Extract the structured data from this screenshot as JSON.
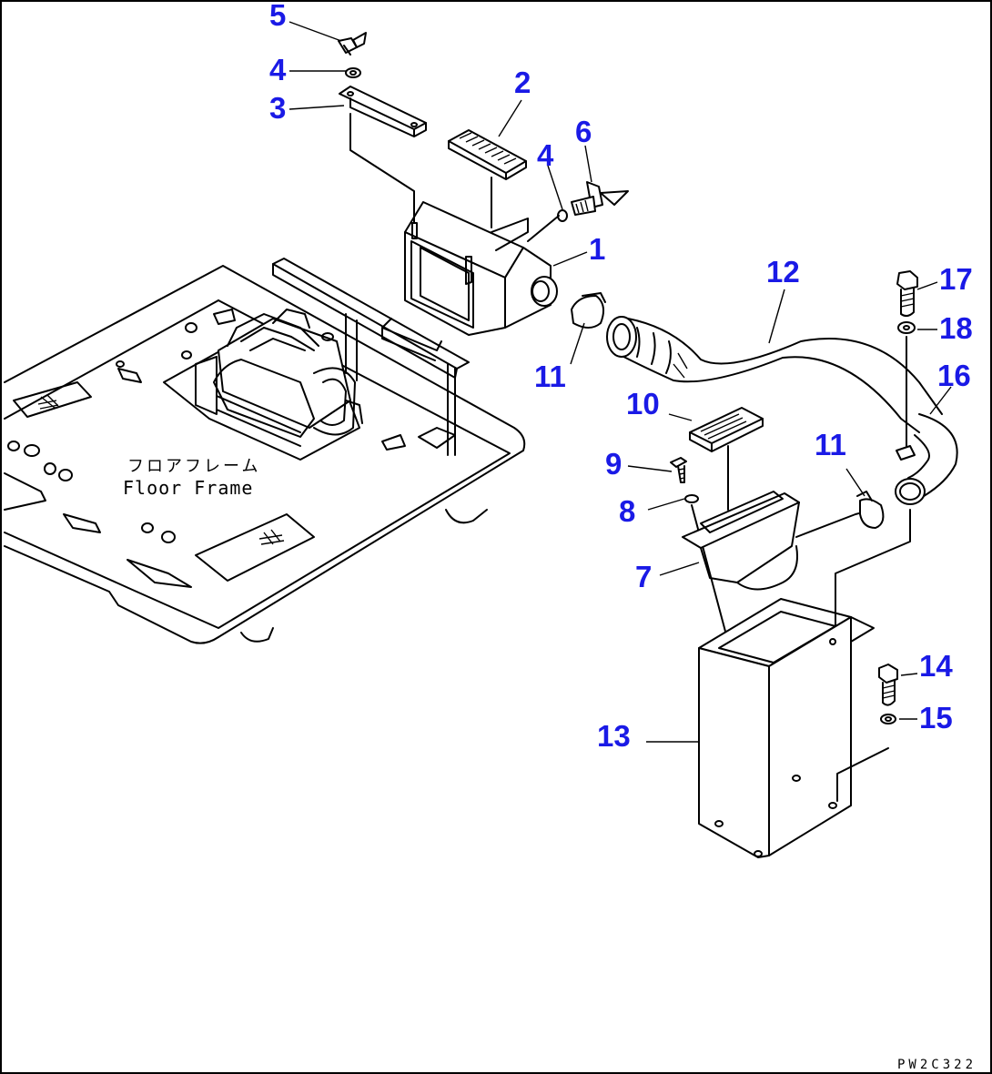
{
  "floor_frame": {
    "label_jp": "フロアフレーム",
    "label_en": "Floor Frame"
  },
  "drawing_code": "PW2C322",
  "callouts": [
    "5",
    "4",
    "3",
    "2",
    "6",
    "4",
    "1",
    "12",
    "17",
    "18",
    "16",
    "11",
    "10",
    "9",
    "8",
    "11",
    "7",
    "13",
    "14",
    "15"
  ]
}
